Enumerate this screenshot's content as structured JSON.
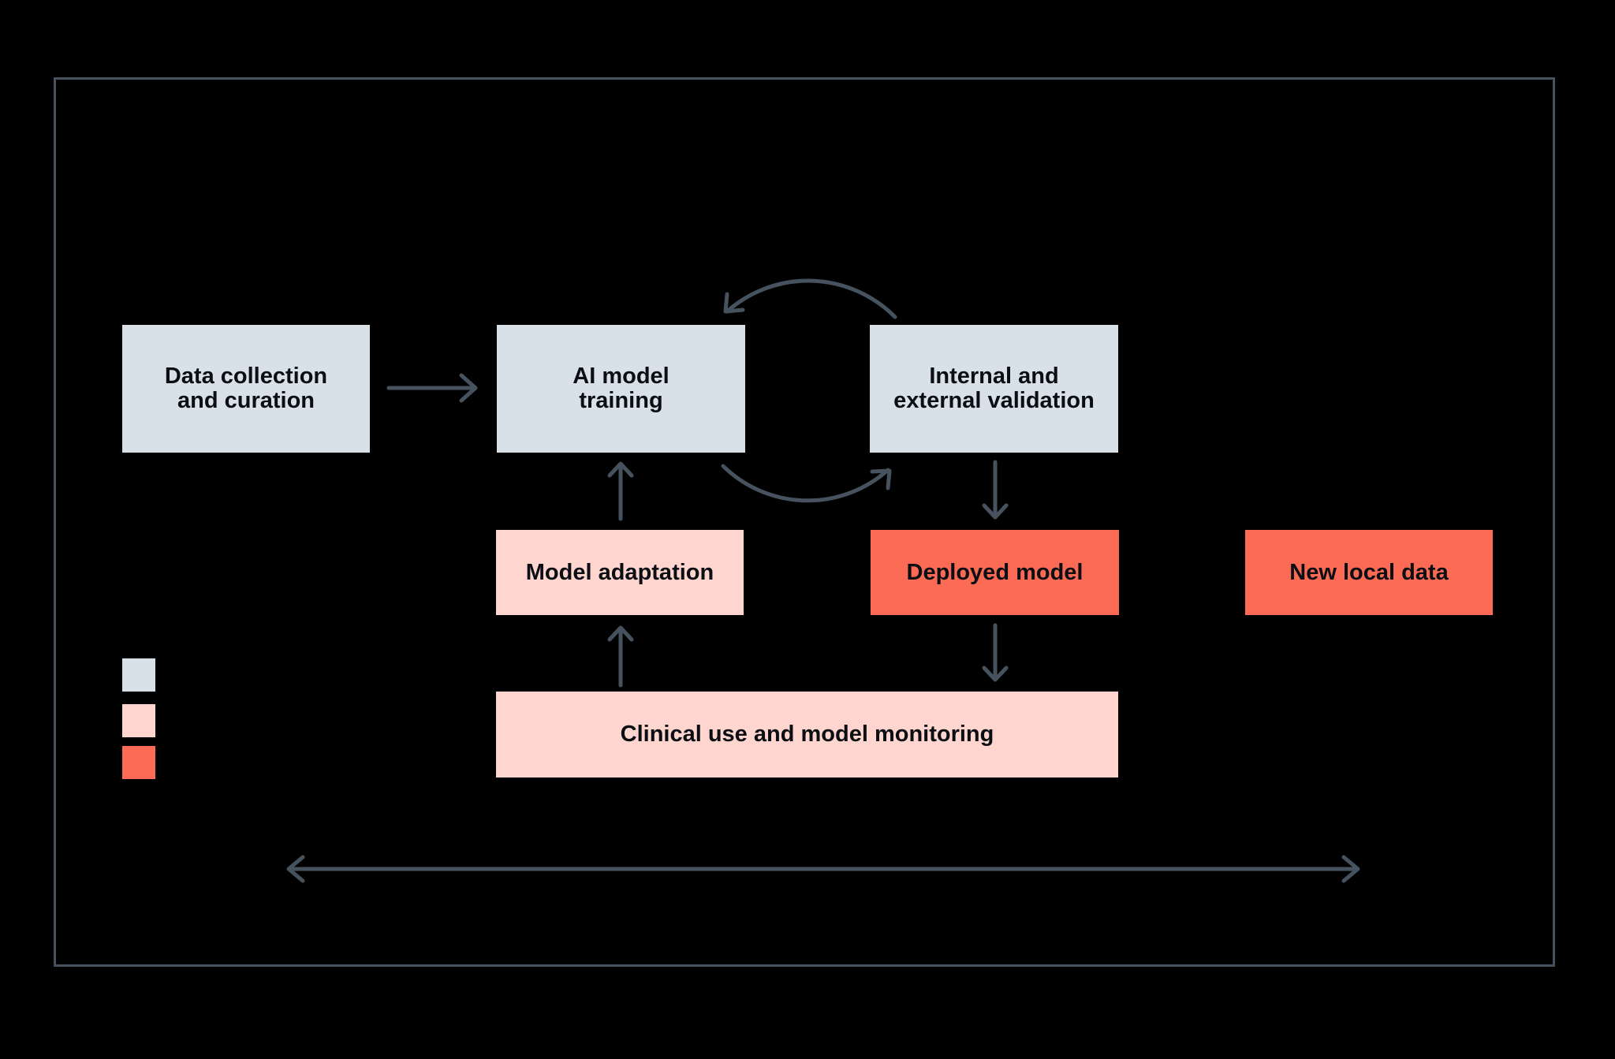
{
  "nodes": {
    "data_collection": {
      "line1": "Data collection",
      "line2": "and curation"
    },
    "ai_training": {
      "line1": "AI model",
      "line2": "training"
    },
    "validation": {
      "line1": "Internal and",
      "line2": "external validation"
    },
    "model_adaptation": {
      "line1": "Model adaptation"
    },
    "deployed_model": {
      "line1": "Deployed model"
    },
    "new_local_data": {
      "line1": "New local data"
    },
    "clinical_use": {
      "line1": "Clinical use and model monitoring"
    }
  },
  "edges": [
    {
      "from": "data_collection",
      "to": "ai_training",
      "style": "straight-arrow"
    },
    {
      "from": "ai_training",
      "to": "validation",
      "style": "cycle-arc-bottom"
    },
    {
      "from": "validation",
      "to": "ai_training",
      "style": "cycle-arc-top"
    },
    {
      "from": "validation",
      "to": "deployed_model",
      "style": "straight-arrow"
    },
    {
      "from": "deployed_model",
      "to": "clinical_use",
      "style": "straight-arrow"
    },
    {
      "from": "clinical_use",
      "to": "model_adaptation",
      "style": "straight-arrow"
    },
    {
      "from": "model_adaptation",
      "to": "ai_training",
      "style": "straight-arrow"
    },
    {
      "name": "feedback_span",
      "style": "double-headed-arrow"
    }
  ],
  "legend": {
    "swatches": [
      {
        "name": "blue",
        "color": "#D8E1E8"
      },
      {
        "name": "pink",
        "color": "#FFD6CF"
      },
      {
        "name": "red",
        "color": "#FA6A55"
      }
    ]
  },
  "colors": {
    "background": "#000000",
    "frame_border": "#47525F",
    "arrow": "#47525F",
    "box_blue": "#D8E1E8",
    "box_pink": "#FFD6CF",
    "box_red": "#FA6A55",
    "box_text": "#0B0E13"
  }
}
